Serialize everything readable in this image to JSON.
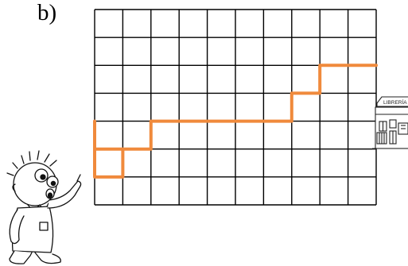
{
  "exercise_label": "b)",
  "grid": {
    "columns": 10,
    "rows": 7,
    "line_color": "#000000"
  },
  "path": {
    "color": "#f08a3c",
    "points": [
      [
        0,
        3
      ],
      [
        0,
        1
      ],
      [
        1,
        1
      ],
      [
        1,
        2
      ],
      [
        2,
        2
      ],
      [
        2,
        3
      ],
      [
        7,
        3
      ],
      [
        7,
        4
      ],
      [
        8,
        4
      ],
      [
        8,
        5
      ],
      [
        10,
        5
      ]
    ],
    "stub": {
      "from": [
        0,
        2
      ],
      "to": [
        1,
        2
      ]
    }
  },
  "shop": {
    "sign": "LIBRERÍA"
  },
  "icons": {
    "person": "cartoon-boy-pointing",
    "building": "bookshop"
  }
}
